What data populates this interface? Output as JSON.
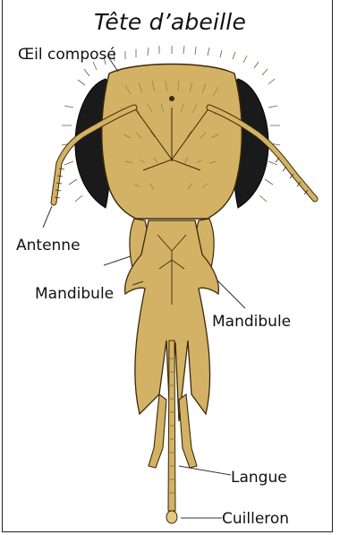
{
  "title": "Tête d’abeille",
  "labels": {
    "compound_eye": "Œil composé",
    "antenna": "Antenne",
    "mandible_left": "Mandibule",
    "mandible_right": "Mandibule",
    "tongue": "Langue",
    "spoon": "Cuilleron"
  },
  "colors": {
    "body": "#d4b265",
    "outline": "#3a2a0a",
    "eye": "#1a1a1a",
    "hair": "#6b5a3a"
  }
}
